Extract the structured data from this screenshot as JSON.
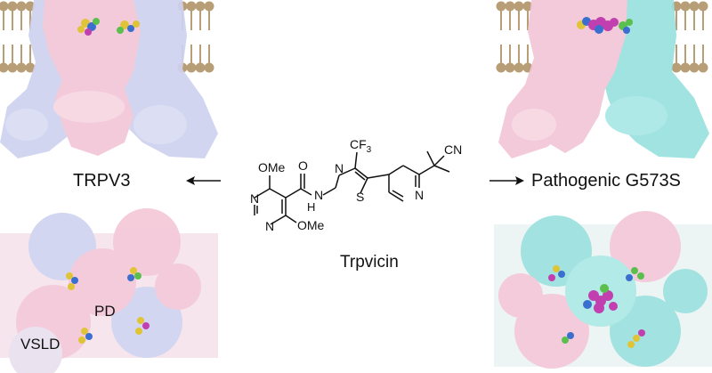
{
  "labels": {
    "left_protein": "TRPV3",
    "right_protein": "Pathogenic G573S",
    "compound_name": "Trpvicin",
    "domain_pd": "PD",
    "domain_vsld": "VSLD"
  },
  "molecule": {
    "atoms": {
      "ome_top": "OMe",
      "ome_bottom": "OMe",
      "carbonyl_o": "O",
      "amide_nh": "H",
      "amide_n": "N",
      "pyrimidine_n1": "N",
      "pyrimidine_n2": "N",
      "thiazole_n": "N",
      "thiazole_s": "S",
      "cf3_main": "CF",
      "cf3_sub": "3",
      "cn": "CN",
      "pyridine_n": "N"
    }
  },
  "colors": {
    "pink_subunit": "#f3c6d6",
    "lavender_subunit": "#cfd2ef",
    "cyan_subunit": "#98e1de",
    "membrane_lipid": "#b89e76",
    "ligand_yellow": "#e0c437",
    "ligand_magenta": "#c23fb0",
    "ligand_green": "#5bbf4e"
  }
}
